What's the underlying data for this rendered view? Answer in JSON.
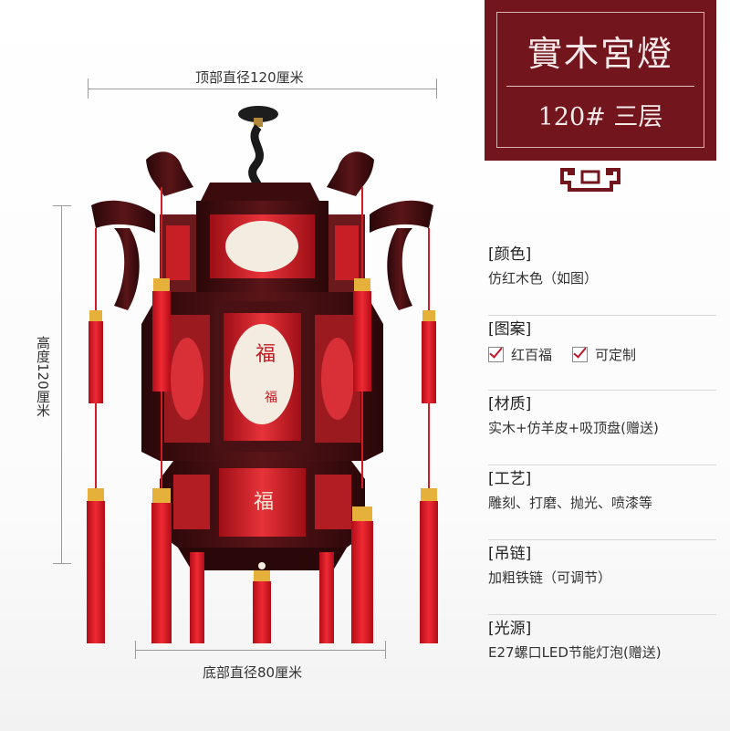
{
  "dimensions": {
    "top_diameter": "顶部直径120厘米",
    "height": "高度120厘米",
    "bottom_diameter": "底部直径80厘米"
  },
  "title": {
    "main": "實木宮燈",
    "sub": "120# 三层"
  },
  "colors": {
    "brand": "#72151c",
    "lantern_red": "#d21a22",
    "wood": "#4a1114",
    "check": "#c0152a"
  },
  "specs": {
    "color": {
      "title": "[颜色]",
      "value": "仿红木色（如图）"
    },
    "pattern": {
      "title": "[图案]",
      "options": [
        "红百福",
        "可定制"
      ]
    },
    "material": {
      "title": "[材质]",
      "value": "实木+仿羊皮+吸顶盘(赠送)"
    },
    "craft": {
      "title": "[工艺]",
      "value": "雕刻、打磨、抛光、喷漆等"
    },
    "chain": {
      "title": "[吊链]",
      "value": "加粗铁链（可调节）"
    },
    "light": {
      "title": "[光源]",
      "value": "E27螺口LED节能灯泡(赠送)"
    }
  },
  "lantern": {
    "panel_text": [
      "福",
      "福",
      "福"
    ]
  }
}
